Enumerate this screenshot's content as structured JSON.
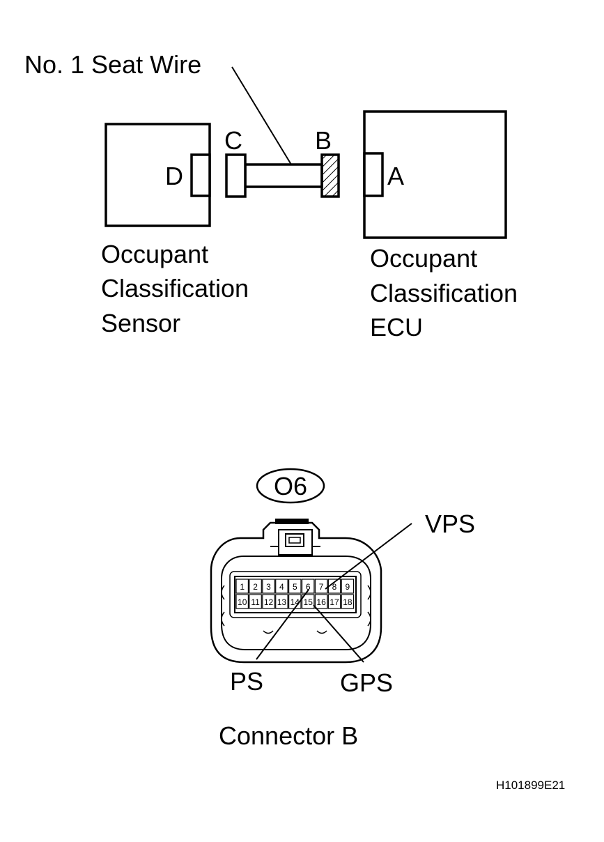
{
  "wire_label": "No. 1 Seat Wire",
  "connectors": {
    "a": "A",
    "b": "B",
    "c": "C",
    "d": "D"
  },
  "sensor_label": [
    "Occupant",
    "Classification",
    "Sensor"
  ],
  "ecu_label": [
    "Occupant",
    "Classification",
    "ECU"
  ],
  "connector_code": "O6",
  "pins_top": [
    "1",
    "2",
    "3",
    "4",
    "5",
    "6",
    "7",
    "8",
    "9"
  ],
  "pins_bottom": [
    "10",
    "11",
    "12",
    "13",
    "14",
    "15",
    "16",
    "17",
    "18"
  ],
  "terminals": {
    "vps": "VPS",
    "ps": "PS",
    "gps": "GPS"
  },
  "connector_caption": "Connector B",
  "figure_id": "H101899E21"
}
